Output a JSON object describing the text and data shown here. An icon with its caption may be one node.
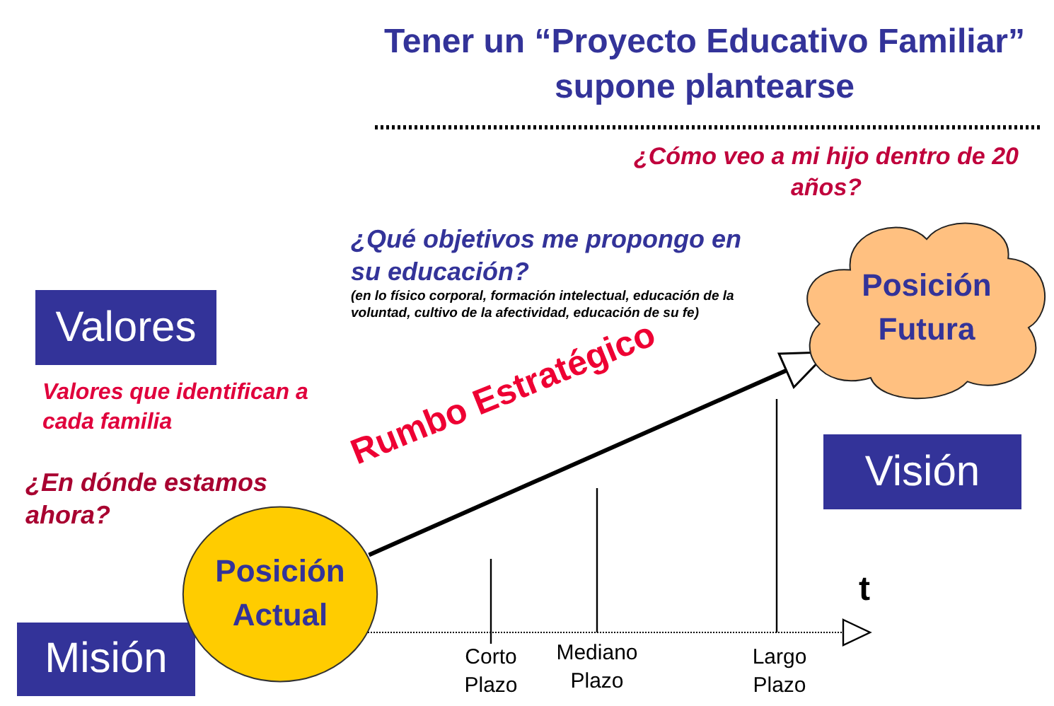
{
  "diagram": {
    "title": "Tener un “Proyecto Educativo Familiar” supone plantearse",
    "nodes": [
      {
        "text": [
          "Valores"
        ]
      },
      {
        "text": [
          "Visión"
        ]
      },
      {
        "text": [
          "Misión"
        ]
      },
      {
        "text": [
          "Posición Actual"
        ]
      },
      {
        "text": [
          "Posición Futura"
        ]
      }
    ],
    "edges": [
      {
        "from": 3,
        "to": 4,
        "arrow": "to",
        "label": "Rumbo Estratégico"
      }
    ],
    "labels": [
      "¿Cómo veo a mi hijo dentro de 20 años?",
      "¿Qué objetivos me propongo en su educación?",
      "(en lo físico corporal, formación intelectual, educación de la voluntad, cultivo de la afectividad, educación de su fe)",
      "Valores que identifican a cada familia",
      "¿En dónde estamos ahora?",
      "t",
      "Corto Plazo",
      "Mediano Plazo",
      "Largo Plazo"
    ]
  }
}
